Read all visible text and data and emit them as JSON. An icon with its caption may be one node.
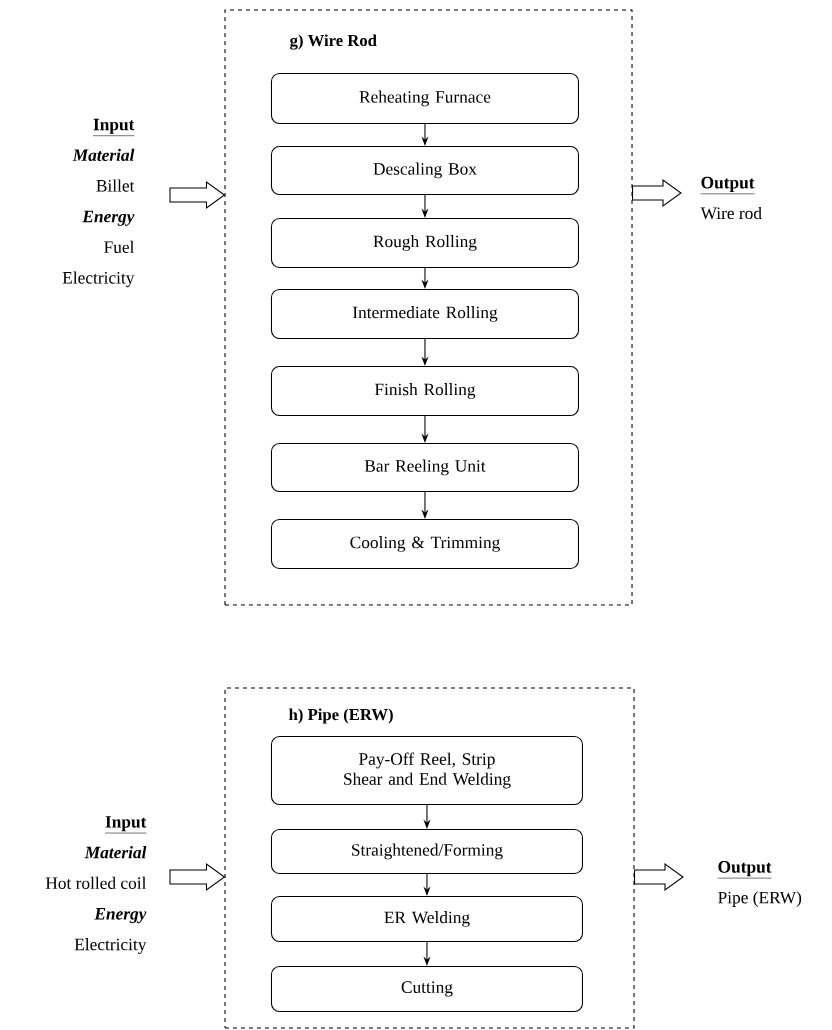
{
  "diagram": {
    "nodes": [
      {
        "text": [
          "g) Wire Rod"
        ]
      },
      {
        "text": [
          "Reheating Furnace"
        ],
        "in": 0
      },
      {
        "text": [
          "Descaling Box"
        ],
        "in": 0
      },
      {
        "text": [
          "Rough Rolling"
        ],
        "in": 0
      },
      {
        "text": [
          "Intermediate Rolling"
        ],
        "in": 0
      },
      {
        "text": [
          "Finish Rolling"
        ],
        "in": 0
      },
      {
        "text": [
          "Bar Reeling Unit"
        ],
        "in": 0
      },
      {
        "text": [
          "Cooling & Trimming"
        ],
        "in": 0
      },
      {
        "text": [
          "Input",
          "Material",
          "Billet",
          "Energy",
          "Fuel",
          "Electricity"
        ]
      },
      {
        "text": [
          "Output",
          "Wire rod"
        ]
      },
      {
        "text": [
          "h) Pipe (ERW)"
        ]
      },
      {
        "text": [
          "Pay-Off Reel, Strip Shear and End Welding"
        ],
        "in": 10
      },
      {
        "text": [
          "Straightened/Forming"
        ],
        "in": 10
      },
      {
        "text": [
          "ER Welding"
        ],
        "in": 10
      },
      {
        "text": [
          "Cutting"
        ],
        "in": 10
      },
      {
        "text": [
          "Input",
          "Material",
          "Hot rolled coil",
          "Energy",
          "Electricity"
        ]
      },
      {
        "text": [
          "Output",
          "Pipe (ERW)"
        ]
      }
    ],
    "edges": [
      {
        "from": 1,
        "to": 2,
        "arrow": "to"
      },
      {
        "from": 2,
        "to": 3,
        "arrow": "to"
      },
      {
        "from": 3,
        "to": 4,
        "arrow": "to"
      },
      {
        "from": 4,
        "to": 5,
        "arrow": "to"
      },
      {
        "from": 5,
        "to": 6,
        "arrow": "to"
      },
      {
        "from": 6,
        "to": 7,
        "arrow": "to"
      },
      {
        "from": 8,
        "to": 0,
        "arrow": "to",
        "style": "thick"
      },
      {
        "from": 0,
        "to": 9,
        "arrow": "to",
        "style": "thick"
      },
      {
        "from": 11,
        "to": 12,
        "arrow": "to"
      },
      {
        "from": 12,
        "to": 13,
        "arrow": "to"
      },
      {
        "from": 13,
        "to": 14,
        "arrow": "to"
      },
      {
        "from": 15,
        "to": 10,
        "arrow": "to",
        "style": "thick"
      },
      {
        "from": 10,
        "to": 16,
        "arrow": "to",
        "style": "thick"
      }
    ]
  }
}
